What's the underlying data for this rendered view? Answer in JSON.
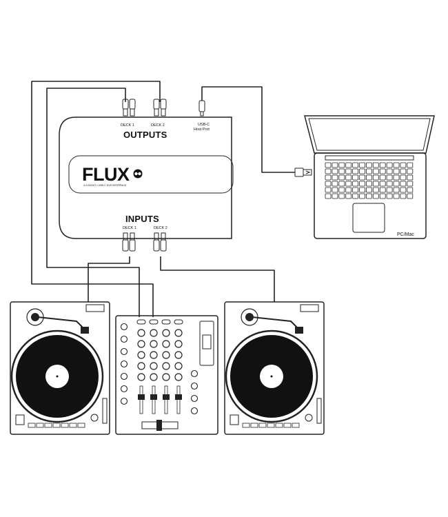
{
  "interface": {
    "brand": "FLUX",
    "tagline": "4-4 IN/OUT • USB-C DVS INTERFACE",
    "outputs_label": "OUTPUTS",
    "inputs_label": "INPUTS",
    "out_deck1": "DECK 1",
    "out_deck2": "DECK 2",
    "in_deck1": "DECK 1",
    "in_deck2": "DECK 2",
    "usb_line1": "USB-C",
    "usb_line2": "Host Port"
  },
  "laptop": {
    "label": "PC/Mac"
  },
  "icons": [
    "usb-plug-icon",
    "rca-plug-icon",
    "infinity-logo-icon"
  ],
  "colors": {
    "line": "#222222",
    "background": "#ffffff",
    "screen_fill": "#ffffff"
  }
}
